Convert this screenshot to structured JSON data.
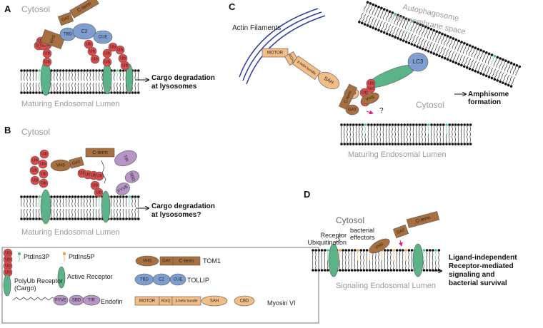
{
  "panels": {
    "a": "A",
    "b": "B",
    "c": "C",
    "d": "D"
  },
  "cytosol": "Cytosol",
  "maturing_lumen": "Maturing Endosomal Lumen",
  "signaling_lumen": "Signaling Endosomal Lumen",
  "actin": "Actin Filaments",
  "autophagosome": "Autophagosome",
  "intermembrane": "Intermembrane space",
  "outcome_a_1": "Cargo degradation",
  "outcome_a_2": "at lysosomes",
  "outcome_b_1": "Cargo degradation",
  "outcome_b_2": "at lysosomes?",
  "outcome_c": "Amphisome formation",
  "outcome_d_1": "Ligand-independent",
  "outcome_d_2": "Receptor-mediated",
  "outcome_d_3": "signaling and",
  "outcome_d_4": "bacterial survival",
  "question": "?",
  "receptor_ub": "Receptor",
  "receptor_ub_2": "Ubiquitination",
  "bacterial_effectors_1": "bacterial",
  "bacterial_effectors_2": "effectors",
  "domains": {
    "ub": "Ub",
    "tbd": "TBD",
    "c2": "C2",
    "cue": "CUE",
    "gat": "GAT",
    "cterm": "C-term",
    "vhs": "VHS",
    "fyve": "FYVE",
    "sbd": "SBD",
    "tir": "TIR",
    "motor": "MOTOR",
    "rgiq": "RGIQ",
    "helix": "3-helix bundle",
    "sah": "SAH",
    "cbd": "CBD",
    "lc3": "LC3"
  },
  "legend": {
    "ptdins3p": "PtdIns3P",
    "ptdins5p": "PtdIns5P",
    "polyub_1": "PolyUb Receptor",
    "polyub_2": "(Cargo)",
    "active": "Active Receptor",
    "tom1": "TOM1",
    "tollip": "TOLLIP",
    "endofin": "Endofin",
    "myosin": "Myosin VI"
  },
  "colors": {
    "ub": "#e04b4b",
    "brown": "#a8703e",
    "blue": "#7f9ed0",
    "purple": "#b795c7",
    "orange": "#f2bd86",
    "green": "#5bb487",
    "lipid3p": "#53c08a",
    "lipid5p": "#f0a040",
    "arrow": "#e0208a"
  }
}
